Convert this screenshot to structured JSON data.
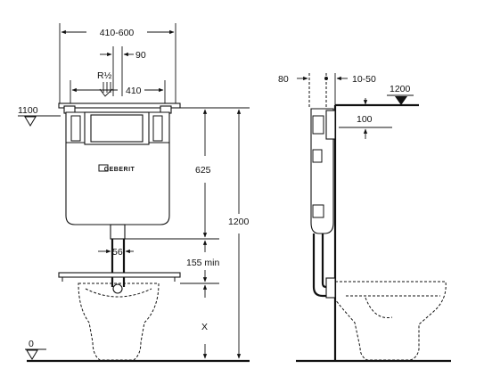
{
  "front_view": {
    "frame_width": "410-600",
    "pipe_thread": "R½",
    "pipe_offset": "90",
    "cistern_width": "410",
    "frame_top_level": "1100",
    "cistern_height": "625",
    "total_height": "1200",
    "outlet_width": "56",
    "min_clearance": "155 min",
    "variable_height": "X",
    "floor_level": "0",
    "brand": "GEBERIT"
  },
  "side_view": {
    "wall_gap": "80",
    "depth_range": "10-50",
    "top_level": "1200",
    "actuator_offset": "100"
  }
}
